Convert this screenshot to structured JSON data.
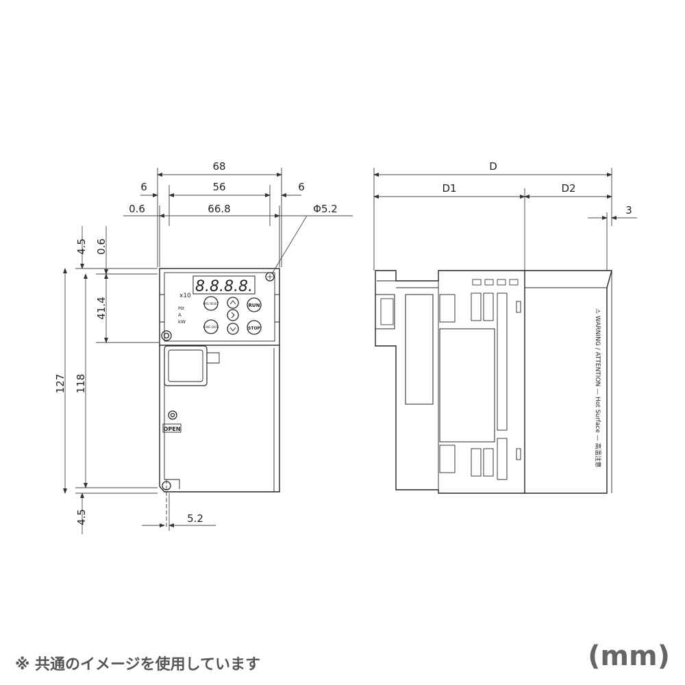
{
  "front_view": {
    "dims": {
      "width_total": "68",
      "side_left": "6",
      "mid": "56",
      "side_right": "6",
      "offset": "0.6",
      "inner_width": "66.8",
      "hole_dia": "Φ5.2",
      "top_margin": "4.5",
      "top_offset": "0.6",
      "panel_height": "41.4",
      "height_total": "127",
      "height_inner": "118",
      "bottom_margin": "4.5",
      "bottom_hole": "5.2"
    },
    "panel": {
      "display": "8.8.8.8.",
      "x10_label": "x10",
      "run_label": "RUN",
      "stop_label": "STOP",
      "prg_label": "PRG RESET",
      "func_label": "FUNC DATA",
      "open_label": "OPEN",
      "hz_label": "Hz",
      "a_label": "A",
      "kw_label": "kW"
    }
  },
  "side_view": {
    "dims": {
      "depth_total": "D",
      "depth_1": "D1",
      "depth_2": "D2",
      "fin": "3"
    },
    "warning_text": "⚠ WARNING / ATTENTION — Hot Surface — 高温注意"
  },
  "footer": {
    "note": "※ 共通のイメージを使用しています",
    "unit": "(mm)"
  },
  "colors": {
    "line": "#222222",
    "dim_line": "#444444"
  }
}
